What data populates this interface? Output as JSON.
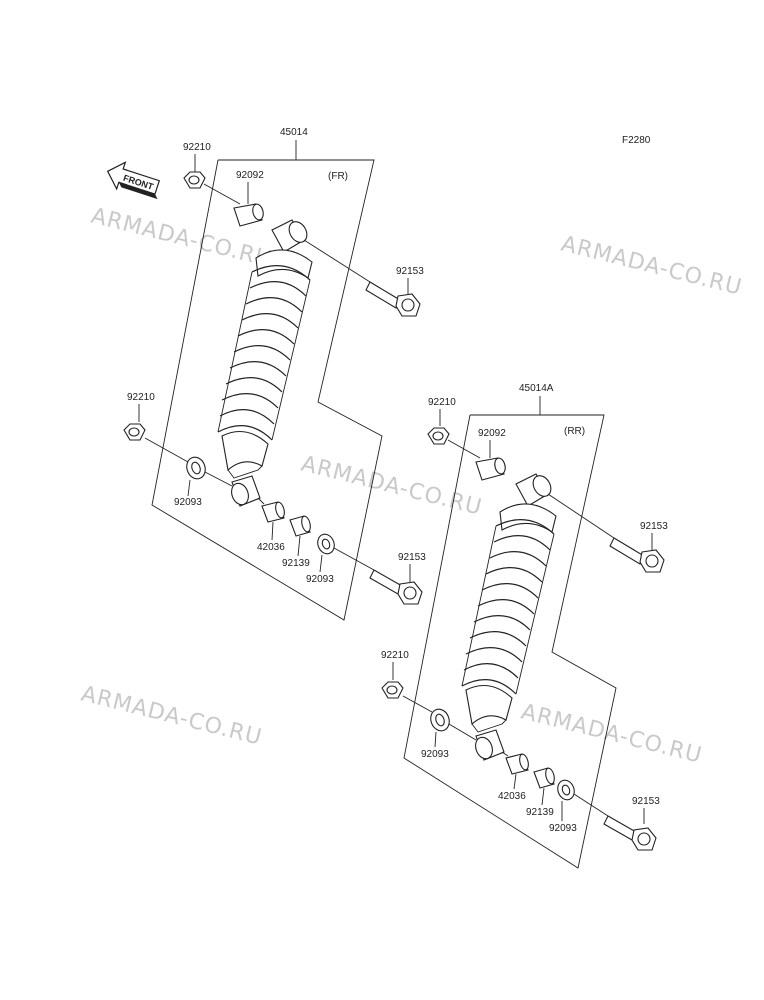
{
  "diagram": {
    "code": "F2280",
    "front_label": "FRONT",
    "watermarks": [
      "ARMADA-CO.RU",
      "ARMADA-CO.RU",
      "ARMADA-CO.RU",
      "ARMADA-CO.RU",
      "ARMADA-CO.RU"
    ],
    "front_assembly": {
      "assembly_no": "45014",
      "position": "(FR)",
      "labels": {
        "nut_top": "92210",
        "collar_top": "92092",
        "bolt_top": "92153",
        "nut_bottom": "92210",
        "seal_left": "92093",
        "collar_bottom": "42036",
        "bushing": "92139",
        "seal_right": "92093",
        "bolt_bottom": "92153"
      }
    },
    "rear_assembly": {
      "assembly_no": "45014A",
      "position": "(RR)",
      "labels": {
        "nut_top": "92210",
        "collar_top": "92092",
        "bolt_top": "92153",
        "nut_bottom": "92210",
        "seal_left": "92093",
        "collar_bottom": "42036",
        "bushing": "92139",
        "seal_right": "92093",
        "bolt_bottom": "92153"
      }
    }
  }
}
